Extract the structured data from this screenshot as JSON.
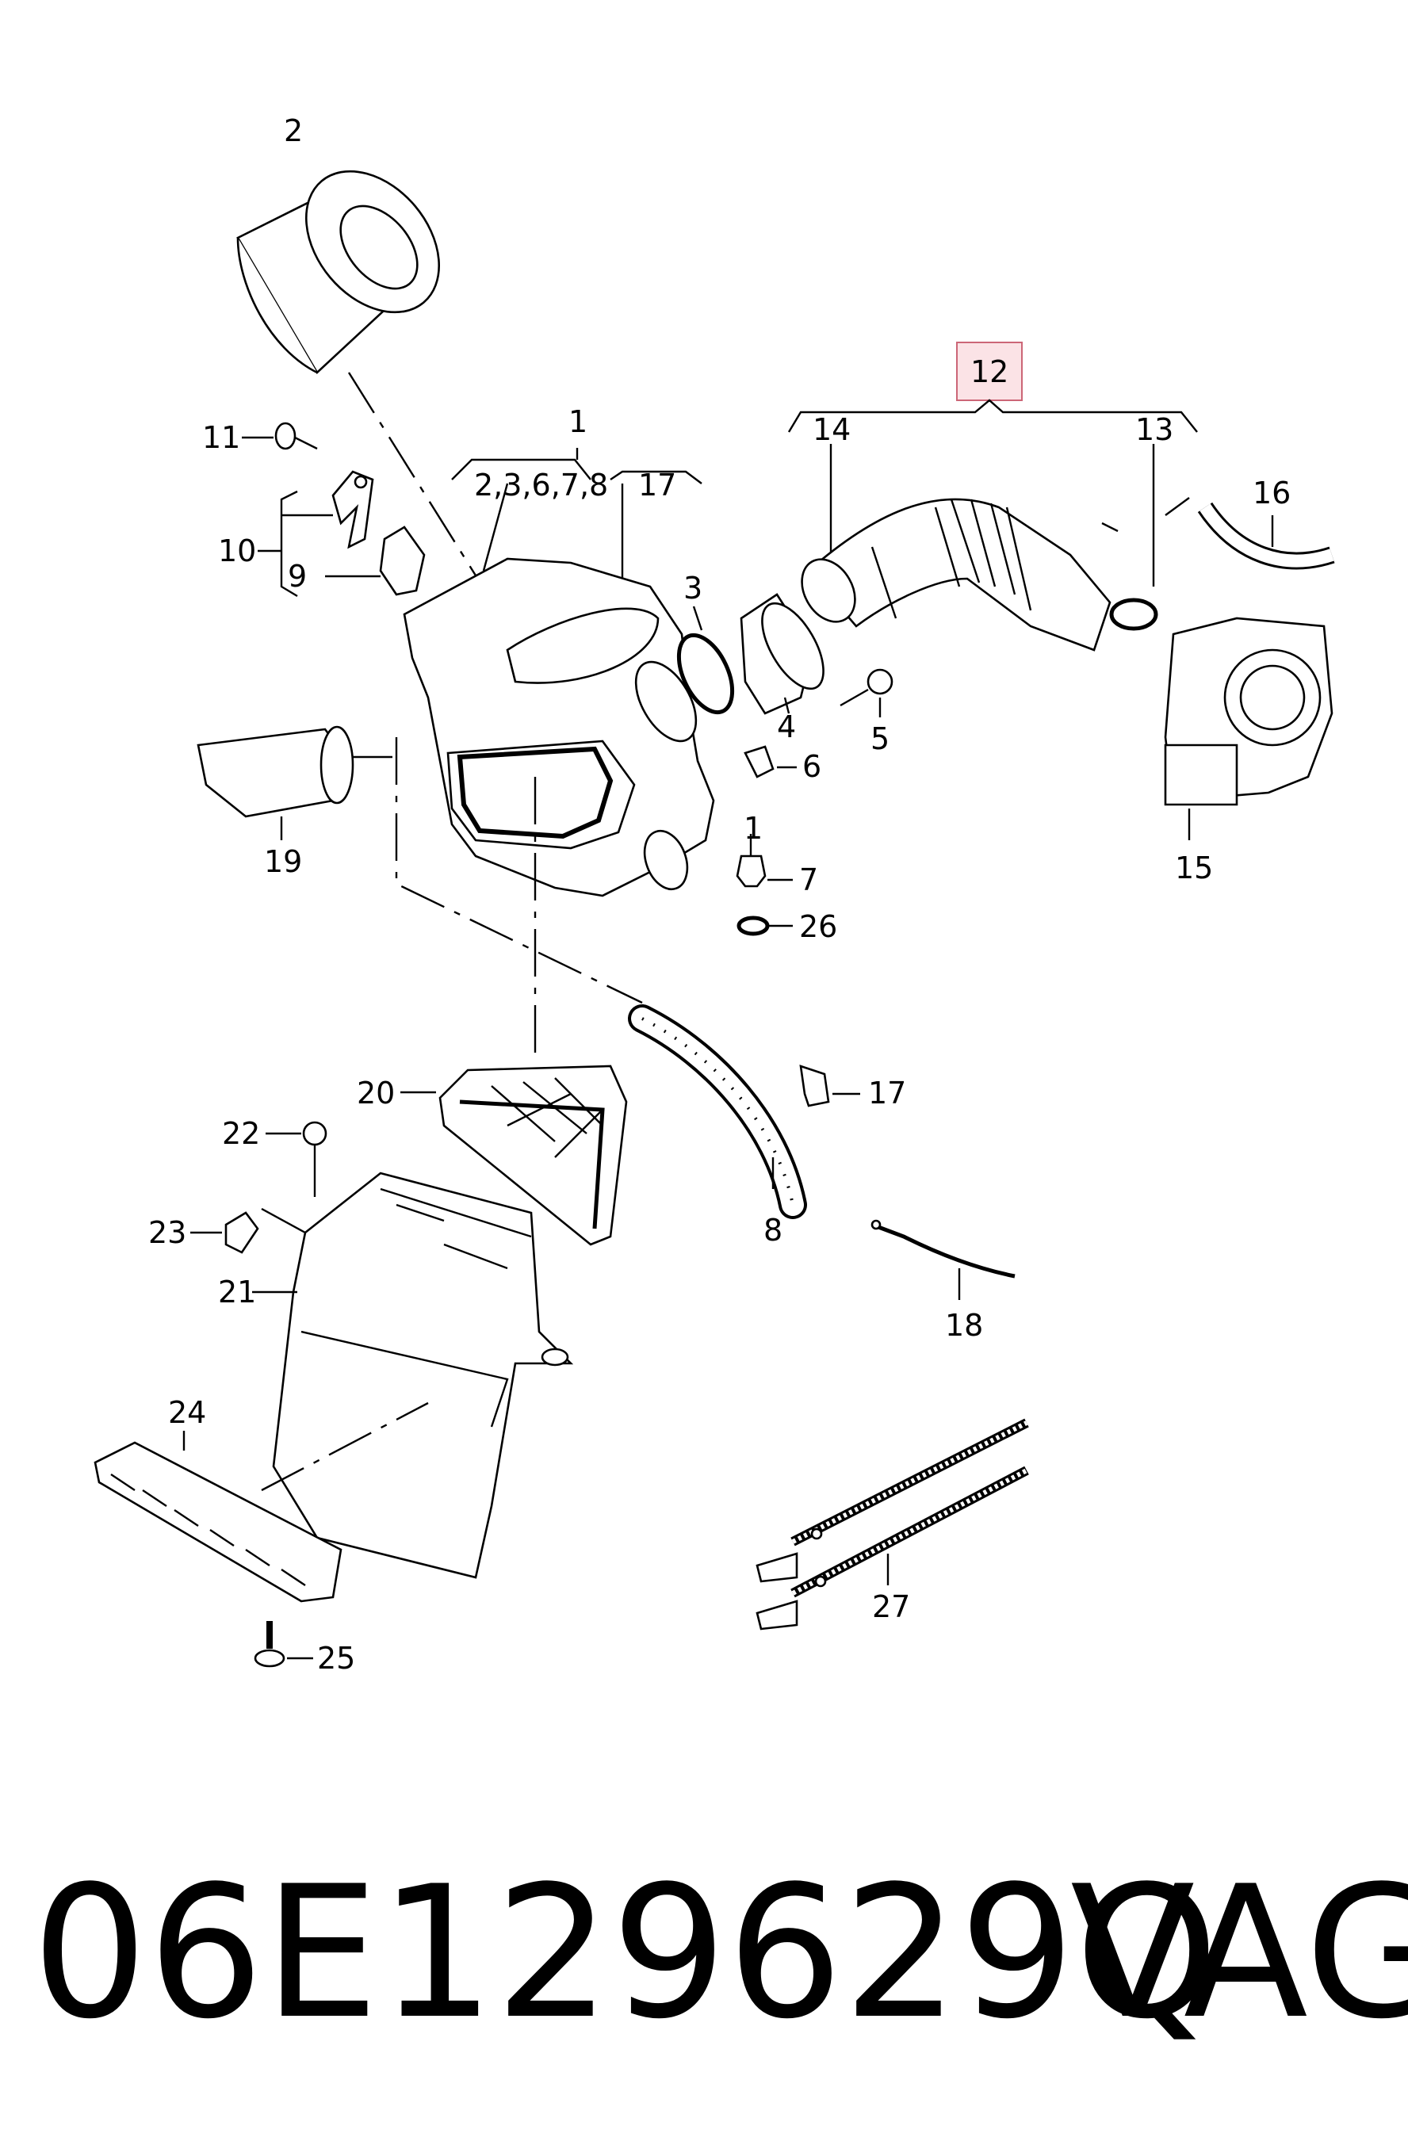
{
  "labels": {
    "p1": "1",
    "p1_sub": "2,3,6,7,8",
    "p1_sub2": "17",
    "p1b": "1",
    "p2": "2",
    "p3": "3",
    "p4": "4",
    "p5": "5",
    "p6": "6",
    "p7": "7",
    "p8": "8",
    "p9": "9",
    "p10": "10",
    "p11": "11",
    "p12": "12",
    "p13": "13",
    "p14": "14",
    "p15": "15",
    "p16": "16",
    "p17": "17",
    "p18": "18",
    "p19": "19",
    "p20": "20",
    "p21": "21",
    "p22": "22",
    "p23": "23",
    "p24": "24",
    "p25": "25",
    "p26": "26",
    "p27": "27"
  },
  "caption": {
    "part_number": "06E129629Q",
    "brand": "VAG"
  },
  "colors": {
    "highlight_border": "#cc6677",
    "highlight_fill": "#fbe3e6"
  }
}
